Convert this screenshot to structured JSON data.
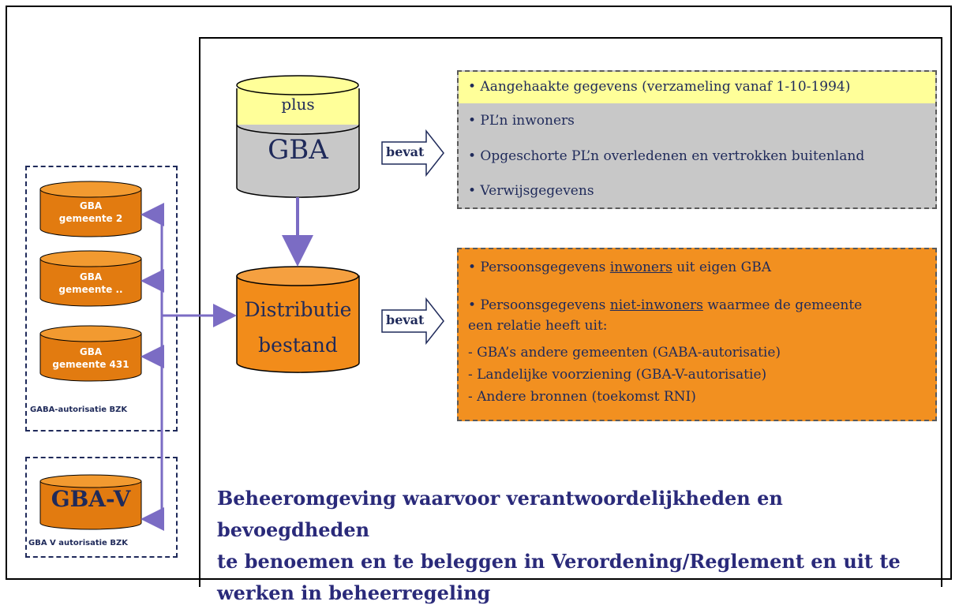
{
  "colors": {
    "orange": "#f29020",
    "orange_dark": "#e27b10",
    "yellow": "#ffff99",
    "gray": "#c8c8c8",
    "arrow_purple": "#7b6cc4",
    "text_navy": "#1f2a5a"
  },
  "left": {
    "cylinders": [
      {
        "line1": "GBA",
        "line2": "gemeente 2"
      },
      {
        "line1": "GBA",
        "line2": "gemeente .."
      },
      {
        "line1": "GBA",
        "line2": "gemeente 431"
      }
    ],
    "gaba_caption": "GABA-autorisatie BZK",
    "gbav_label": "GBA-V",
    "gbav_caption": "GBA V autorisatie BZK"
  },
  "center": {
    "top_cyl_plus": "plus",
    "top_cyl_gba": "GBA",
    "distributie_line1": "Distributie",
    "distributie_line2": "bestand",
    "bevat_1": "bevat",
    "bevat_2": "bevat"
  },
  "box_top": {
    "yellow_line": "• Aangehaakte gegevens (verzameling vanaf 1-10-1994)",
    "gray_lines": [
      "• PL’n inwoners",
      "• Opgeschorte PL’n overledenen en vertrokken buitenland",
      "• Verwijsgegevens"
    ]
  },
  "box_bottom": {
    "line1_pre": "• Persoonsgegevens ",
    "line1_u": "inwoners",
    "line1_post": " uit eigen GBA",
    "line2_pre": "• Persoonsgegevens ",
    "line2_u": "niet-inwoners",
    "line2_post": " waarmee de gemeente",
    "line3": "een relatie heeft uit:",
    "line4": "- GBA’s andere gemeenten (GABA-autorisatie)",
    "line5": "- Landelijke voorziening (GBA-V-autorisatie)",
    "line6": "- Andere bronnen (toekomst RNI)"
  },
  "footer": {
    "line1": "Beheeromgeving waarvoor verantwoordelijkheden en bevoegdheden",
    "line2": "te benoemen en te beleggen in Verordening/Reglement en uit te",
    "line3": "werken in beheerregeling"
  }
}
